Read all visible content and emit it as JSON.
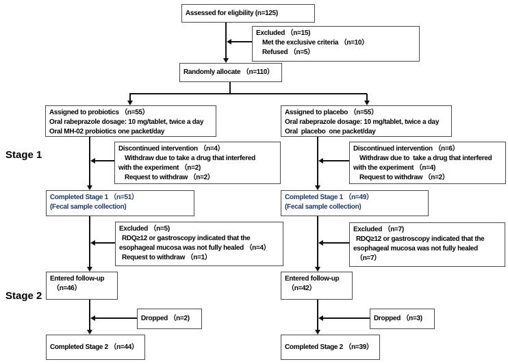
{
  "colors": {
    "box_border": "#474747",
    "arrow": "#111111",
    "text": "#000000",
    "completed_stage1_text": "#1f3864"
  },
  "stage_labels": {
    "stage1": "Stage 1",
    "stage2": "Stage 2"
  },
  "boxes": {
    "assessed": {
      "line1": "Assessed for eligbility (n=125)"
    },
    "excluded_enrollment": {
      "line1": "Excluded （n=15)",
      "line2": "Met the exclusive criteria （n=10）",
      "line3": "Refused （n=5）"
    },
    "randomized": {
      "line1": "Randomly allocate （n=110）"
    },
    "assigned_probiotics": {
      "line1": "Assigned to probiotics （n=55）",
      "line2": "Oral rabeprazole dosage: 10 mg/tablet, twice a day",
      "line3": "Oral MH-02 probiotics one packet/day"
    },
    "assigned_placebo": {
      "line1": "Assigned to placebo （n=55）",
      "line2": "Oral rabeprazole dosage: 10 mg/tablet, twice a day",
      "line3": "Oral  placebo  one packet/day"
    },
    "discontinued_probiotics": {
      "line1": "Discontinued intervention （n=4）",
      "line2": "Withdraw due to take a drug that interfered",
      "line3": "with the experiment （n=2)",
      "line4": "Request to withdraw （n=2）"
    },
    "discontinued_placebo": {
      "line1": "Discontinued intervention （n=6）",
      "line2": "Withdraw due to  take a drug that interfered",
      "line3": "with the experiment （n=4)",
      "line4": "Request to withdraw （n=2）"
    },
    "completed_stage1_probiotics": {
      "line1": "Completed Stage 1 （n=51）",
      "line2": "(Fecal sample collection)"
    },
    "completed_stage1_placebo": {
      "line1": "Completed Stage 1 （n=49）",
      "line2": "(Fecal sample collection)"
    },
    "excluded_stage1_probiotics": {
      "line1": "Excluded （n=5)",
      "line2": "RDQ≥12 or gastroscopy indicated that the",
      "line3": "esophageal mucosa was not fully healed （n=4）",
      "line4": "Request to withdraw （n=1）"
    },
    "excluded_stage1_placebo": {
      "line1": "Excluded （n=7)",
      "line2": "RDQ≥12 or gastroscopy indicated that the",
      "line3": "esophageal mucosa was not fully healed",
      "line4": "（n=7）"
    },
    "followup_probiotics": {
      "line1": "Entered follow-up",
      "line2": "（n=46）"
    },
    "followup_placebo": {
      "line1": "Entered follow-up",
      "line2": "（n=42）"
    },
    "dropped_probiotics": {
      "line1": "Dropped （n=2)"
    },
    "dropped_placebo": {
      "line1": "Dropped （n=3)"
    },
    "completed_stage2_probiotics": {
      "line1": "Completed Stage 2 （n=44）"
    },
    "completed_stage2_placebo": {
      "line1": "Completed Stage 2 （n=39）"
    }
  }
}
